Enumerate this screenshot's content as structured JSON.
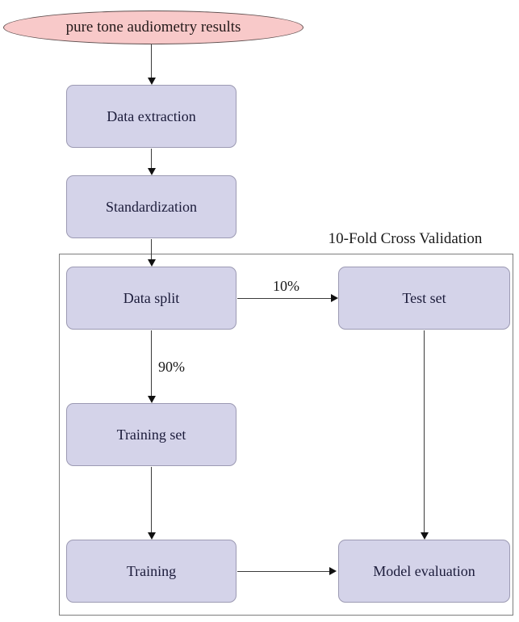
{
  "title": "10-Fold Cross Validation",
  "nodes": {
    "source": {
      "label": "pure tone audiometry results"
    },
    "extraction": {
      "label": "Data extraction"
    },
    "standardization": {
      "label": "Standardization"
    },
    "split": {
      "label": "Data split"
    },
    "test": {
      "label": "Test set"
    },
    "training_set": {
      "label": "Training set"
    },
    "training": {
      "label": "Training"
    },
    "evaluation": {
      "label": "Model evaluation"
    }
  },
  "edges": {
    "split_to_test": {
      "label": "10%"
    },
    "split_to_training_set": {
      "label": "90%"
    }
  },
  "colors": {
    "ellipse_fill": "#f8c9c9",
    "ellipse_border": "#5f4f4f",
    "box_fill": "#d4d3e9",
    "box_border": "#9c9ab3",
    "container_border": "#7d7d7d",
    "arrow": "#2b2b2b",
    "node_text": "#1b1b3a",
    "title_text": "#1a1a1a"
  }
}
